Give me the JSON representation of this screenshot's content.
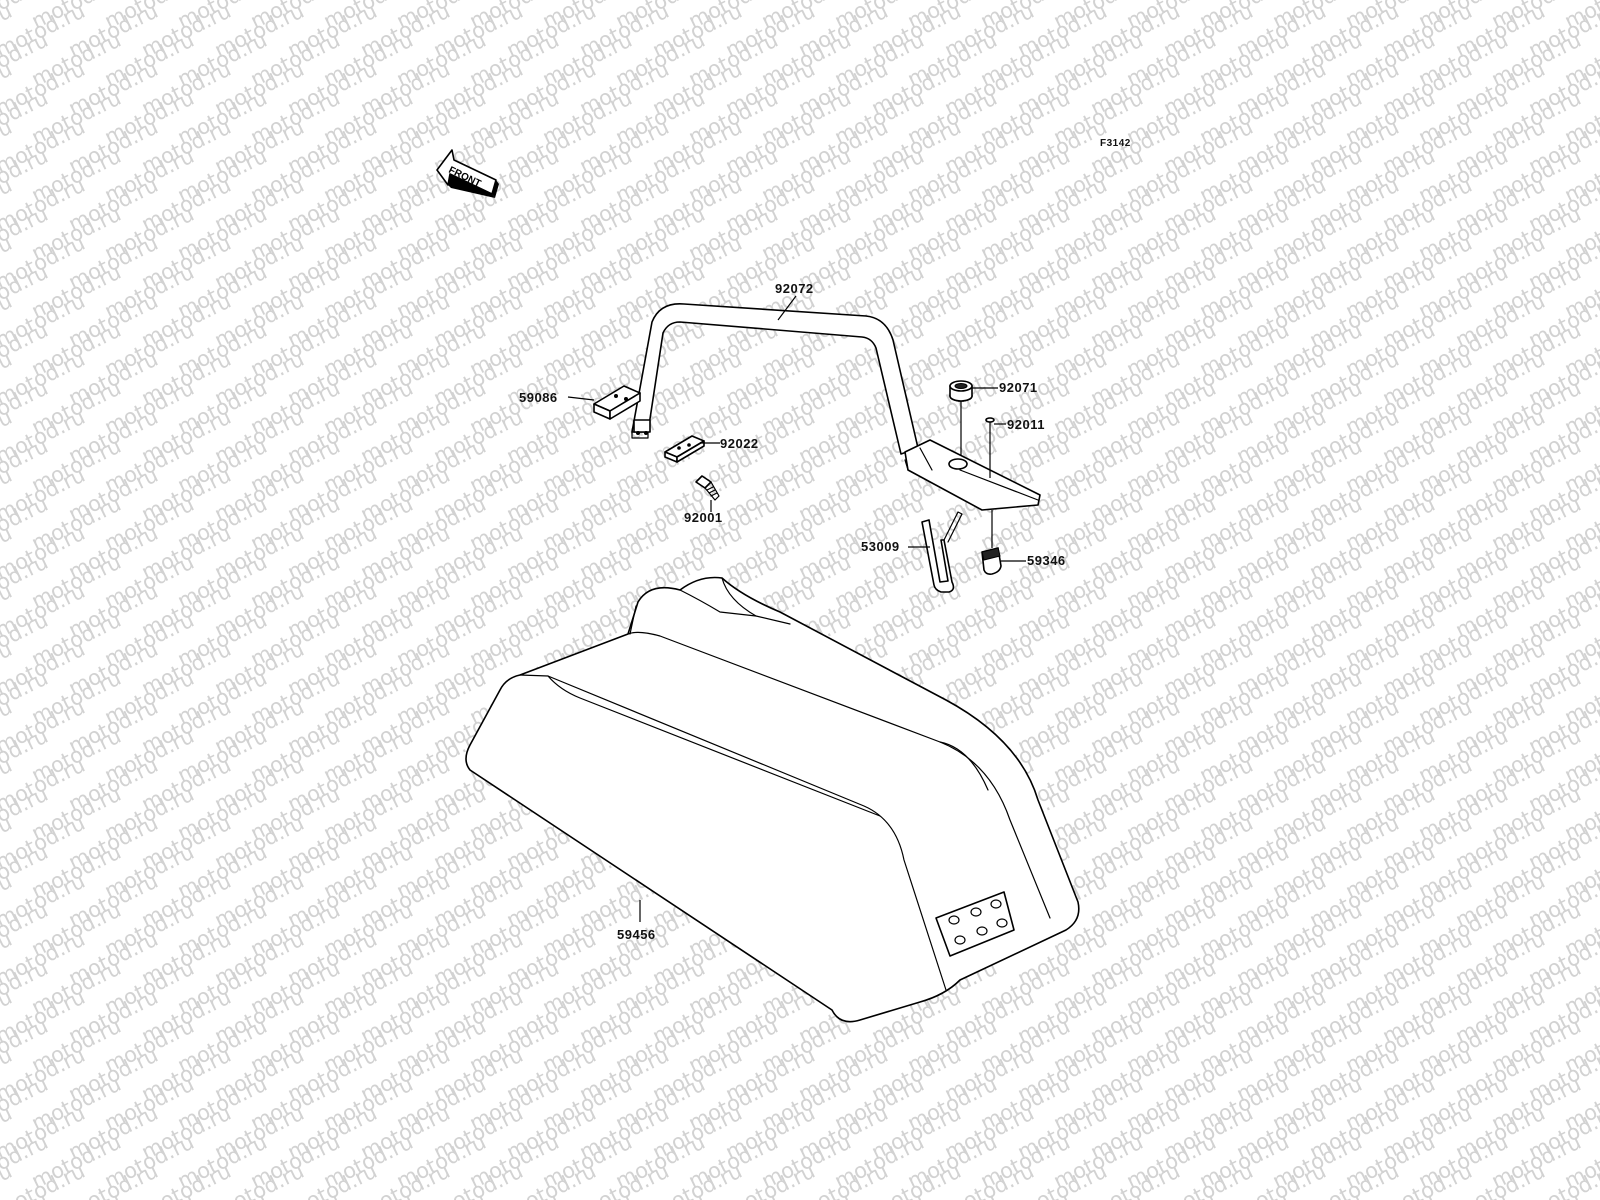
{
  "figure": {
    "code": "F3142",
    "direction_label": "FRONT",
    "watermark": "motod.ru"
  },
  "parts": [
    {
      "id": "p92072",
      "number": "92072"
    },
    {
      "id": "p59086",
      "number": "59086"
    },
    {
      "id": "p92022",
      "number": "92022"
    },
    {
      "id": "p92001",
      "number": "92001"
    },
    {
      "id": "p92071",
      "number": "92071"
    },
    {
      "id": "p92011",
      "number": "92011"
    },
    {
      "id": "p53009",
      "number": "53009"
    },
    {
      "id": "p59346",
      "number": "59346"
    },
    {
      "id": "p59456",
      "number": "59456"
    }
  ]
}
